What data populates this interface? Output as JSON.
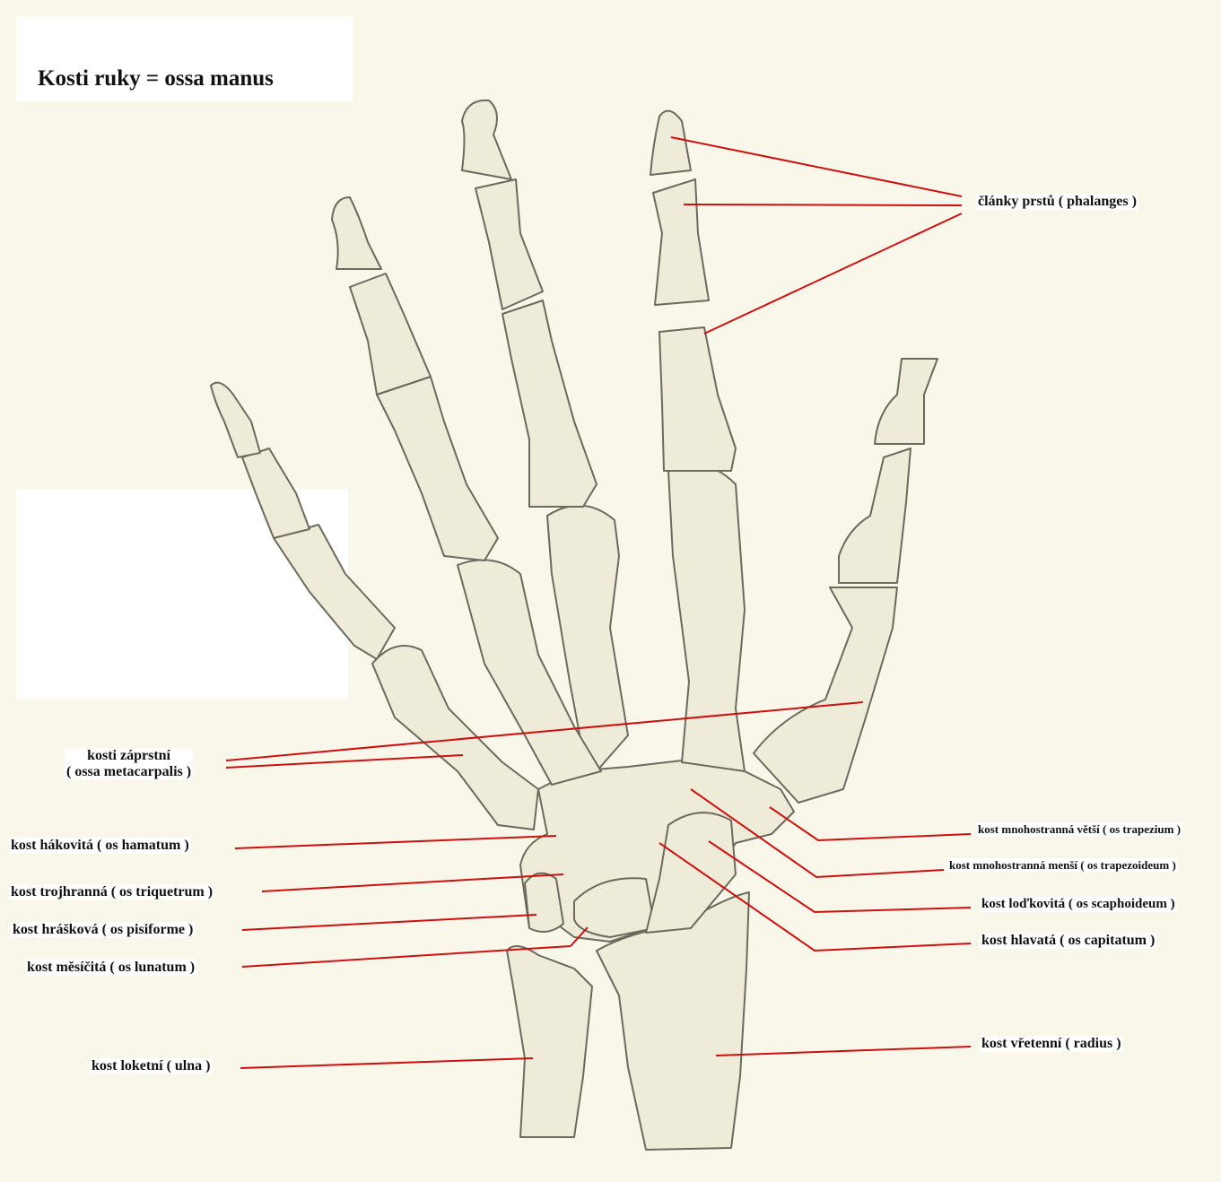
{
  "title": "Kosti ruky = ossa manus",
  "colors": {
    "background": "#f9f7e9",
    "bone_fill": "#eeebd9",
    "bone_stroke": "#6b6a5e",
    "leader_line": "#cc1010",
    "label_bg": "#ffffff"
  },
  "labels": {
    "phalanges": "články prstů ( phalanges )",
    "metacarpals_1": "kosti záprstní",
    "metacarpals_2": "( ossa metacarpalis )",
    "hamatum": "kost hákovitá ( os hamatum )",
    "triquetrum": "kost trojhranná ( os triquetrum )",
    "pisiforme": "kost hrášková ( os pisiforme )",
    "lunatum": "kost měsíčitá ( os lunatum )",
    "ulna": "kost loketní ( ulna )",
    "trapezium": "kost mnohostranná větší ( os trapezium )",
    "trapezoideum": "kost mnohostranná menší ( os trapezoideum )",
    "scaphoideum": "kost loďkovitá ( os scaphoideum )",
    "capitatum": "kost hlavatá ( os capitatum )",
    "radius": "kost vřetenní ( radius )"
  }
}
